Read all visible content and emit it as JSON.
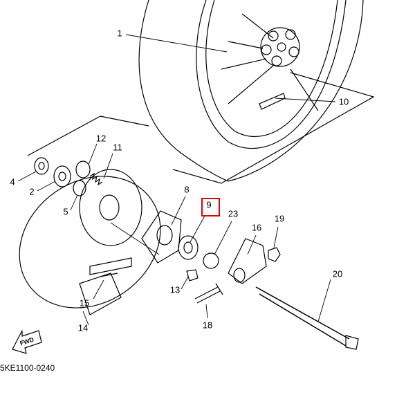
{
  "diagram": {
    "part_code": "5KE1100-0240",
    "direction_label": "FWD",
    "highlight_color": "#e00000",
    "highlighted_callout": "9",
    "callouts": [
      {
        "id": "1",
        "text": "1"
      },
      {
        "id": "10",
        "text": "10"
      },
      {
        "id": "12",
        "text": "12"
      },
      {
        "id": "11",
        "text": "11"
      },
      {
        "id": "4",
        "text": "4"
      },
      {
        "id": "2",
        "text": "2"
      },
      {
        "id": "5",
        "text": "5"
      },
      {
        "id": "8",
        "text": "8"
      },
      {
        "id": "9",
        "text": "9"
      },
      {
        "id": "23",
        "text": "23"
      },
      {
        "id": "16",
        "text": "16"
      },
      {
        "id": "19",
        "text": "19"
      },
      {
        "id": "20",
        "text": "20"
      },
      {
        "id": "13",
        "text": "13"
      },
      {
        "id": "15",
        "text": "15"
      },
      {
        "id": "14",
        "text": "14"
      },
      {
        "id": "18",
        "text": "18"
      }
    ]
  }
}
